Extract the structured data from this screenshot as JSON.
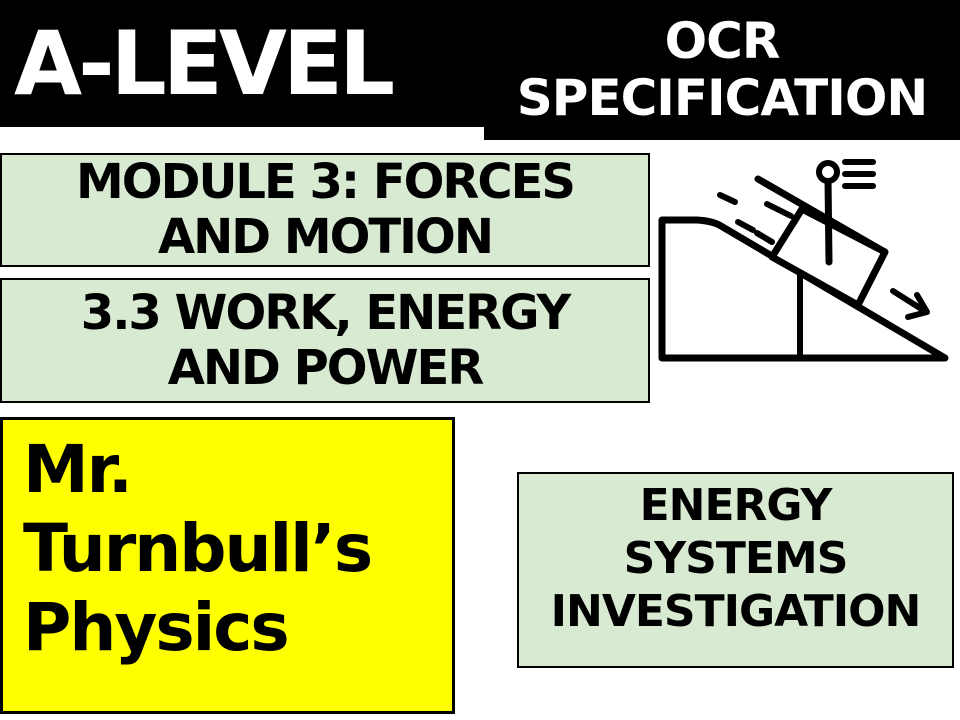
{
  "banner_left": {
    "title": "A-LEVEL"
  },
  "banner_right": {
    "lines": [
      "OCR",
      "SPECIFICATION"
    ]
  },
  "module_box": {
    "lines": [
      "MODULE 3: FORCES",
      "AND MOTION"
    ]
  },
  "topic_box": {
    "lines": [
      "3.3 WORK, ENERGY",
      "AND POWER"
    ]
  },
  "brand_box": {
    "lines": [
      "Mr.",
      "Turnbull’s",
      "Physics"
    ]
  },
  "activity_box": {
    "lines": [
      "ENERGY",
      "SYSTEMS",
      "INVESTIGATION"
    ]
  },
  "icon": {
    "name": "block-sliding-down-incline"
  },
  "colors": {
    "banner_bg": "#000000",
    "banner_text": "#ffffff",
    "green_box_bg": "#d9ead3",
    "yellow_box_bg": "#ffff00",
    "border": "#000000",
    "background": "#ffffff",
    "icon_stroke": "#000000"
  }
}
